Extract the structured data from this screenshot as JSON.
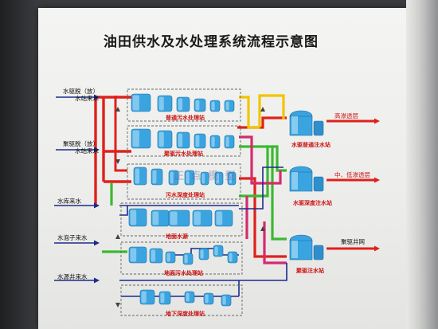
{
  "title": "油田供水及水处理系统流程示意图",
  "inputs": [
    {
      "line1": "水驱脱（放）",
      "line2": "水站来水"
    },
    {
      "line1": "聚驱脱（放）",
      "line2": "水站来水"
    },
    {
      "line1": "水库来水",
      "line2": ""
    },
    {
      "line1": "水泡子来水",
      "line2": ""
    },
    {
      "line1": "水源井来水",
      "line2": ""
    }
  ],
  "stations": [
    "普通污水处理站",
    "聚驱污水处理站",
    "污水深度处理站",
    "地面水源",
    "地面污水处理站",
    "地下深度处理站"
  ],
  "injection_stations": [
    "水驱普通注水站",
    "水驱深度注水站",
    "聚驱注水站"
  ],
  "outputs": [
    "高渗透层",
    "中、低渗透层",
    "聚驱井网"
  ],
  "watermark": "正 点 模 型",
  "colors": {
    "red": "#e0201c",
    "yellow": "#f2c400",
    "green": "#3cb832",
    "magenta": "#d62a6e",
    "blue": "#1c2a8c",
    "tank": "#3aa4e0"
  }
}
